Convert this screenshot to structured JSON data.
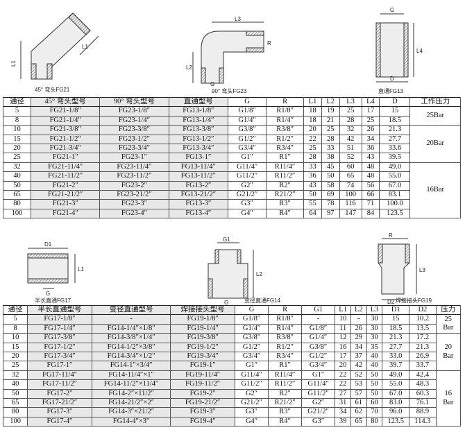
{
  "figures_top": {
    "fig21": {
      "caption": "45° 弯头FG21",
      "dims": [
        "L1",
        "L1"
      ]
    },
    "fig23": {
      "caption": "90° 弯头FG23",
      "dims": [
        "L3",
        "R",
        "L2",
        "G"
      ]
    },
    "fig13": {
      "caption": "直通FG13",
      "dims": [
        "G",
        "L4",
        "D"
      ]
    }
  },
  "table1": {
    "headers": [
      "通径",
      "45° 弯头型号",
      "90° 弯头型号",
      "直通型号",
      "G",
      "R",
      "L1",
      "L2",
      "L3",
      "L4",
      "D",
      "工作压力"
    ],
    "groups": [
      {
        "pressure": "25Bar",
        "rows": [
          [
            "5",
            "FG21-1/8″",
            "FG23-1/8″",
            "FG13-1/8″",
            "G1/8″",
            "R1/8″",
            "18",
            "19",
            "25",
            "17",
            "15"
          ],
          [
            "8",
            "FG21-1/4″",
            "FG23-1/4″",
            "FG13-1/4″",
            "G1/4″",
            "R1/4″",
            "18",
            "21",
            "28",
            "25",
            "18.5"
          ]
        ]
      },
      {
        "pressure": "20Bar",
        "rows": [
          [
            "10",
            "FG21-3/8″",
            "FG23-3/8″",
            "FG13-3/8″",
            "G3/8″",
            "R3/8″",
            "20",
            "25",
            "32",
            "26",
            "21.3"
          ],
          [
            "15",
            "FG21-1/2″",
            "FG23-1/2″",
            "FG13-1/2″",
            "G1/2″",
            "R1/2″",
            "22",
            "28",
            "42",
            "34",
            "27.7"
          ],
          [
            "20",
            "FG21-3/4″",
            "FG23-3/4″",
            "FG13-3/4″",
            "G3/4″",
            "R3/4″",
            "25",
            "33",
            "51",
            "36",
            "33.6"
          ],
          [
            "25",
            "FG21-1″",
            "FG23-1″",
            "FG13-1″",
            "G1″",
            "R1″",
            "28",
            "38",
            "52",
            "43",
            "39.5"
          ]
        ]
      },
      {
        "pressure": "16Bar",
        "rows": [
          [
            "32",
            "FG21-11/4″",
            "FG23-11/4″",
            "FG13-11/4″",
            "G11/4″",
            "R11/4″",
            "33",
            "45",
            "60",
            "48",
            "49.0"
          ],
          [
            "40",
            "FG21-11/2″",
            "FG23-11/2″",
            "FG13-11/2″",
            "G11/2″",
            "R11/2″",
            "36",
            "50",
            "65",
            "48",
            "55.0"
          ],
          [
            "50",
            "FG21-2″",
            "FG23-2″",
            "FG13-2″",
            "G2″",
            "R2″",
            "43",
            "58",
            "74",
            "56",
            "67.0"
          ],
          [
            "65",
            "FG21-21/2″",
            "FG23-21/2″",
            "FG13-21/2″",
            "G21/2″",
            "R21/2″",
            "50",
            "69",
            "100",
            "66",
            "83.1"
          ],
          [
            "80",
            "FG21-3″",
            "FG23-3″",
            "FG13-3″",
            "G3″",
            "R3″",
            "55",
            "78",
            "116",
            "71",
            "100.0"
          ],
          [
            "100",
            "FG21-4″",
            "FG23-4″",
            "FG13-4″",
            "G4″",
            "R4″",
            "64",
            "97",
            "147",
            "84",
            "123.5"
          ]
        ]
      }
    ]
  },
  "figures_mid": {
    "fig17": {
      "caption": "半长直通FG17",
      "dims": [
        "D1",
        "L1",
        "G"
      ]
    },
    "fig14": {
      "caption": "变径直通FG14",
      "dims": [
        "G1",
        "L2",
        "G"
      ]
    },
    "fig19": {
      "caption": "焊接接头FG19",
      "dims": [
        "R",
        "L3",
        "D2"
      ]
    }
  },
  "table2": {
    "headers": [
      "通径",
      "半长直通型号",
      "变径直通型号",
      "焊接接头型号",
      "G",
      "R",
      "G1",
      "L1",
      "L2",
      "L3",
      "D1",
      "D2",
      "压力"
    ],
    "groups": [
      {
        "pressure": "25 Bar",
        "rows": [
          [
            "5",
            "FG17-1/8″",
            "-",
            "FG19-1/8″",
            "G1/8″",
            "R1/8″",
            "-",
            "10",
            "-",
            "30",
            "15",
            "10.2"
          ],
          [
            "8",
            "FG17-1/4″",
            "FG14-1/4″×1/8″",
            "FG19-1/4″",
            "G1/4″",
            "R1/4″",
            "G1/8″",
            "11",
            "26",
            "30",
            "18.5",
            "13.5"
          ]
        ]
      },
      {
        "pressure": "20 Bar",
        "rows": [
          [
            "10",
            "FG17-3/8″",
            "FG14-3/8″×1/4″",
            "FG19-3/8″",
            "G3/8″",
            "R3/8″",
            "G1/4″",
            "12",
            "29",
            "30",
            "21.3",
            "17.2"
          ],
          [
            "15",
            "FG17-1/2″",
            "FG14-1/2″×3/8″",
            "FG19-1/2″",
            "G1/2″",
            "R1/2″",
            "G3/8″",
            "16",
            "34",
            "35",
            "27.7",
            "21.3"
          ],
          [
            "20",
            "FG17-3/4″",
            "FG14-3/4″×1/2″",
            "FG19-3/4″",
            "G3/4″",
            "R3/4″",
            "G1/2″",
            "17",
            "37",
            "40",
            "33.0",
            "26.9"
          ],
          [
            "25",
            "FG17-1″",
            "FG14-1″×3/4″",
            "FG19-1″",
            "G1″",
            "R1″",
            "G3/4″",
            "20",
            "42",
            "40",
            "39.7",
            "33.7"
          ]
        ]
      },
      {
        "pressure": "16 Bar",
        "rows": [
          [
            "32",
            "FG17-11/4″",
            "FG14-11/4″×1″",
            "FG19-11/4″",
            "G11/4″",
            "R11/4″",
            "G1″",
            "22",
            "52",
            "50",
            "49.0",
            "42.4"
          ],
          [
            "40",
            "FG17-11/2″",
            "FG14-11/2″×11/4″",
            "FG19-11/2″",
            "G11/2″",
            "R11/2″",
            "G11/4″",
            "22",
            "53",
            "50",
            "55.0",
            "48.3"
          ],
          [
            "50",
            "FG17-2″",
            "FG14-2″×11/2″",
            "FG19-2″",
            "G2″",
            "R2″",
            "G11/2″",
            "27",
            "57",
            "50",
            "67.0",
            "60.3"
          ],
          [
            "65",
            "FG17-21/2″",
            "FG14-21/2″×2″",
            "FG19-21/2″",
            "G21/2″",
            "R21/2″",
            "G2″",
            "31",
            "61",
            "60",
            "83.0",
            "76.1"
          ],
          [
            "80",
            "FG17-3″",
            "FG14-3″×21/2″",
            "FG19-3″",
            "G3″",
            "R3″",
            "G21/2″",
            "34",
            "62",
            "70",
            "96.0",
            "88.9"
          ],
          [
            "100",
            "FG17-4″",
            "FG14-4″×3″",
            "FG19-4″",
            "G4″",
            "R4″",
            "G3″",
            "39",
            "65",
            "80",
            "123.5",
            "114.3"
          ]
        ]
      }
    ]
  }
}
